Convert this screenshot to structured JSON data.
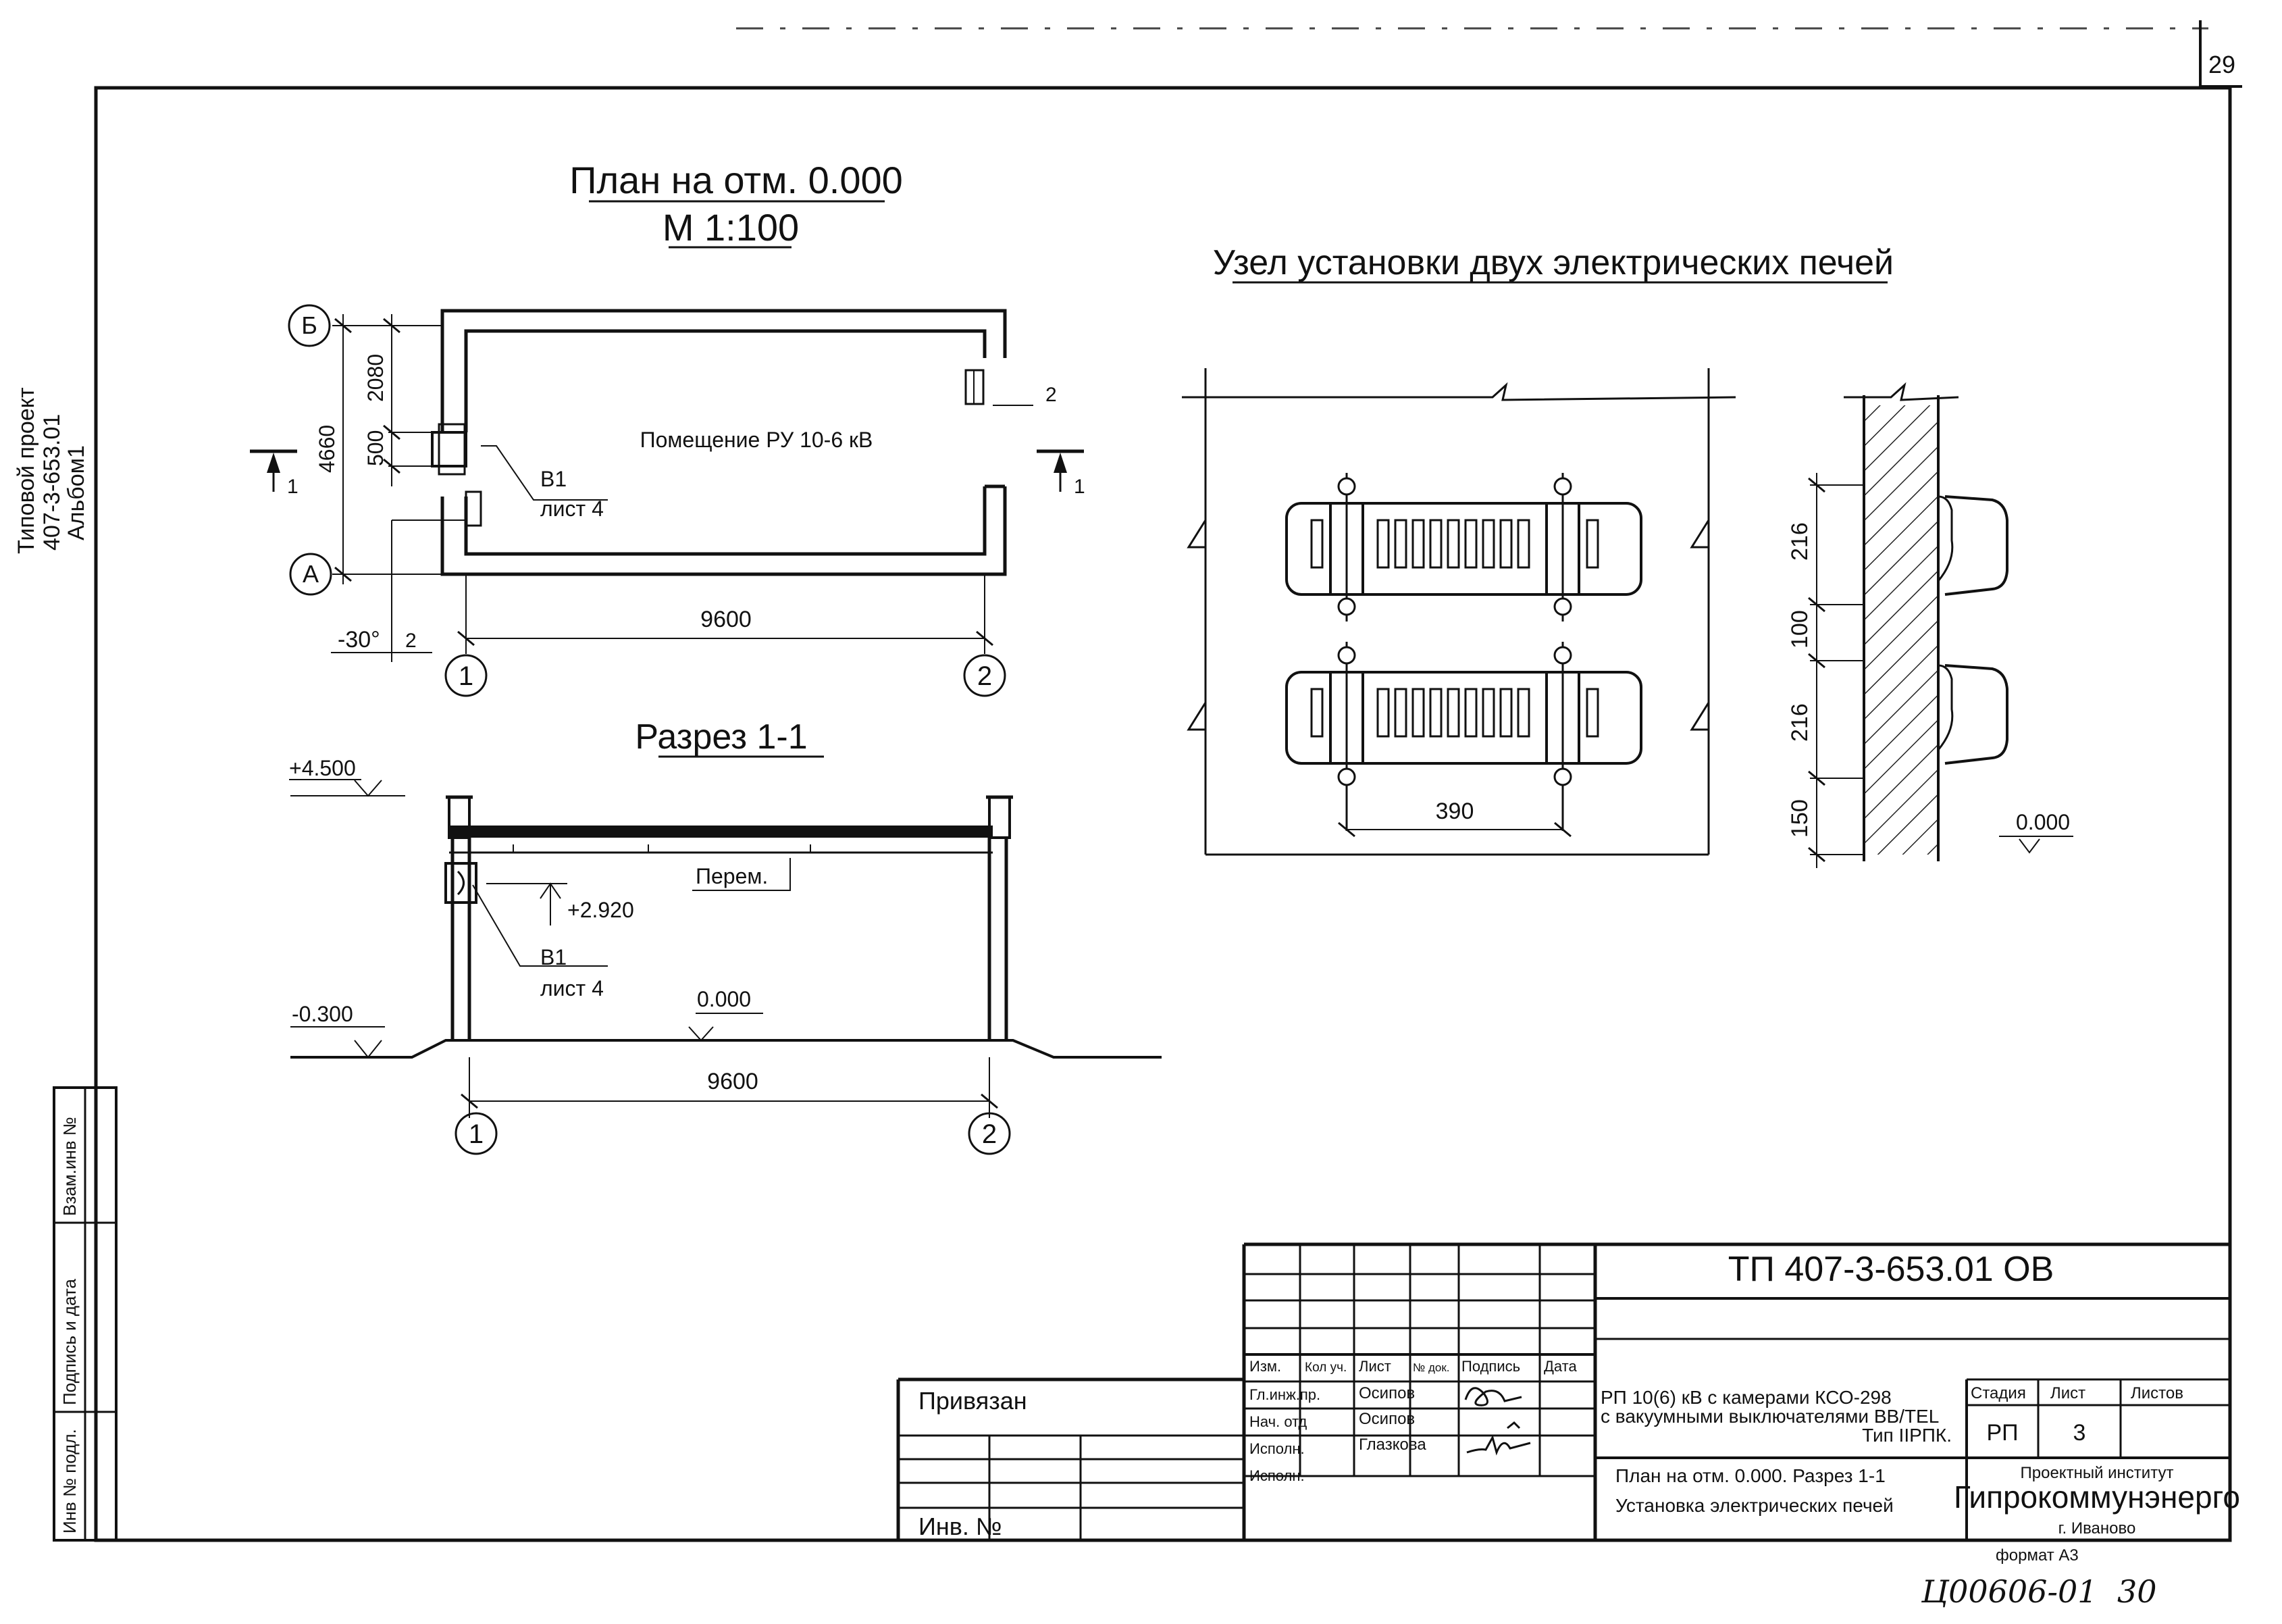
{
  "page": {
    "sheet_number": "29"
  },
  "plan": {
    "title": "План на отм. 0.000",
    "scale": "М 1:100",
    "axis_b": "Б",
    "axis_a": "А",
    "axis_1": "1",
    "axis_2": "2",
    "dim_total_height": "4660",
    "dim_upper": "2080",
    "dim_opening": "500",
    "dim_length": "9600",
    "angle": "-30°",
    "dim_small_left": "2",
    "dim_small_right": "2",
    "room_label": "Помещение РУ 10-6 кВ",
    "callout_code": "В1",
    "callout_sheet": "лист 4",
    "section_mark_left": "1",
    "section_mark_right": "1"
  },
  "section": {
    "title": "Разрез 1-1",
    "elev_top": "+4.500",
    "elev_lintel": "+2.920",
    "elev_ground": "-0.300",
    "elev_floor": "0.000",
    "lintel_label": "Перем.",
    "callout_code": "В1",
    "callout_sheet": "лист 4",
    "dim_length": "9600",
    "axis_1": "1",
    "axis_2": "2"
  },
  "detail": {
    "title": "Узел установки двух электрических печей",
    "dim_width": "390",
    "dim_h1": "216",
    "dim_h2": "100",
    "dim_h3": "216",
    "dim_h4": "150",
    "elev_floor": "0.000"
  },
  "side_stamp": {
    "project_line1": "Типовой проект",
    "project_line2": "407-3-653.01",
    "project_line3": "Альбом1",
    "field_inv_sub": "Инв № подл.",
    "field_sign_date": "Подпись и дата",
    "field_swap_inv": "Взам.инв №"
  },
  "title_block": {
    "code": "ТП   407-3-653.01   ОВ",
    "privyazan": "Привязан",
    "inv_no": "Инв. №",
    "col_headers": [
      "Изм.",
      "Кол уч.",
      "Лист",
      "№ док.",
      "Подпись",
      "Дата"
    ],
    "roles": [
      {
        "role": "Гл.инж.пр.",
        "name": "Осипов"
      },
      {
        "role": "Нач. отд",
        "name": "Осипов"
      },
      {
        "role": "Исполн.",
        "name": "Глазкова"
      },
      {
        "role": "Исполн.",
        "name": ""
      }
    ],
    "object_line1": "РП 10(6) кВ с камерами КСО-298",
    "object_line2": "с вакуумными выключателями ВВ/TEL",
    "object_line3": "Тип IIРПК.",
    "sheet_line1": "План на отм. 0.000. Разрез 1-1",
    "sheet_line2": "Установка электрических печей",
    "stage_label": "Стадия",
    "sheet_label": "Лист",
    "sheets_label": "Листов",
    "stage_value": "РП",
    "sheet_value": "3",
    "sheets_value": "",
    "institute_caption": "Проектный институт",
    "institute_name": "Гипрокоммунэнерго",
    "institute_city": "г. Иваново",
    "format": "формат А3",
    "archive_code": "Ц00606-01",
    "archive_page": "30"
  }
}
